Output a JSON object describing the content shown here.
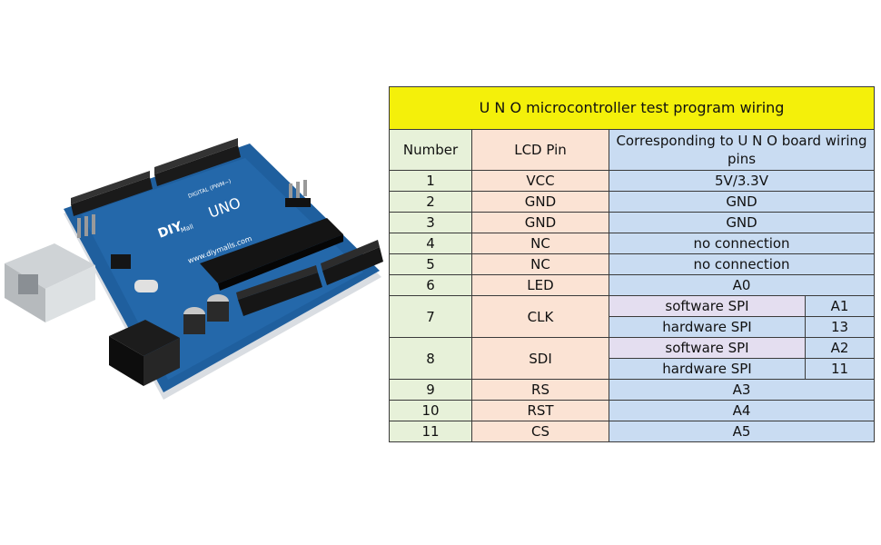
{
  "image": {
    "brand_text": "DIY",
    "brand_sub": "Mall",
    "url_text": "www.diymalls.com",
    "board_logo": "UNO",
    "digital_label": "DIGITAL (PWM~)"
  },
  "table": {
    "title": "U N O microcontroller test program wiring",
    "headers": {
      "number": "Number",
      "lcd_pin": "LCD Pin",
      "uno_pin": "Corresponding to U N O board wiring pins"
    },
    "rows": [
      {
        "number": "1",
        "lcd": "VCC",
        "uno": "5V/3.3V"
      },
      {
        "number": "2",
        "lcd": "GND",
        "uno": "GND"
      },
      {
        "number": "3",
        "lcd": "GND",
        "uno": "GND"
      },
      {
        "number": "4",
        "lcd": "NC",
        "uno": "no connection"
      },
      {
        "number": "5",
        "lcd": "NC",
        "uno": "no connection"
      },
      {
        "number": "6",
        "lcd": "LED",
        "uno": "A0"
      },
      {
        "number": "7",
        "lcd": "CLK",
        "modes": [
          {
            "mode": "software SPI",
            "pin": "A1"
          },
          {
            "mode": "hardware SPI",
            "pin": "13"
          }
        ]
      },
      {
        "number": "8",
        "lcd": "SDI",
        "modes": [
          {
            "mode": "software SPI",
            "pin": "A2"
          },
          {
            "mode": "hardware SPI",
            "pin": "11"
          }
        ]
      },
      {
        "number": "9",
        "lcd": "RS",
        "uno": "A3"
      },
      {
        "number": "10",
        "lcd": "RST",
        "uno": "A4"
      },
      {
        "number": "11",
        "lcd": "CS",
        "uno": "A5"
      }
    ]
  }
}
